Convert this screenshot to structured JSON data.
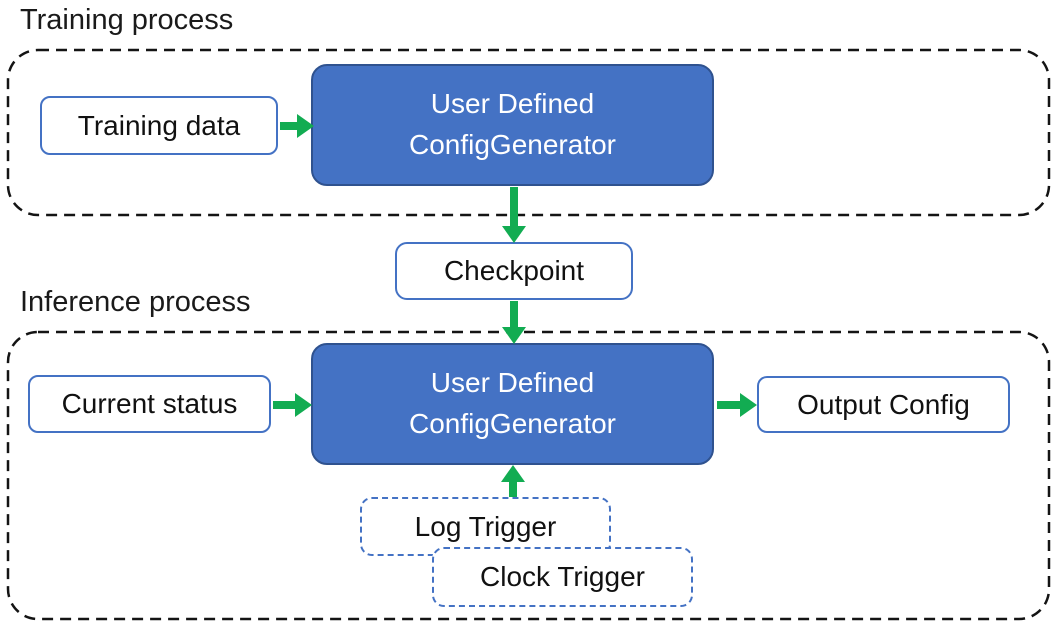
{
  "colors": {
    "accent_blue": "#4472C4",
    "dark_blue_border": "#2F528F",
    "arrow_green": "#12AC52",
    "container_dash_black": "#141414"
  },
  "training": {
    "title": "Training process",
    "input_label": "Training data",
    "generator": {
      "line1": "User Defined",
      "line2": "ConfigGenerator"
    }
  },
  "checkpoint": {
    "label": "Checkpoint"
  },
  "inference": {
    "title": "Inference process",
    "input_label": "Current status",
    "generator": {
      "line1": "User Defined",
      "line2": "ConfigGenerator"
    },
    "output_label": "Output Config",
    "triggers": [
      {
        "label": "Log Trigger"
      },
      {
        "label": "Clock Trigger"
      }
    ]
  }
}
